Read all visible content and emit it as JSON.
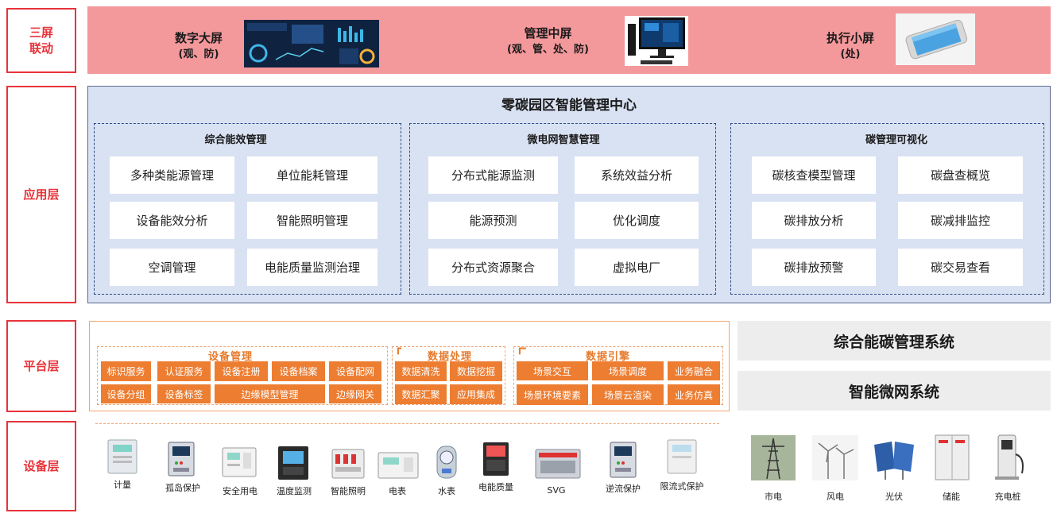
{
  "layers": {
    "screen": [
      "三屏",
      "联动"
    ],
    "app": "应用层",
    "platform": "平台层",
    "device": "设备层"
  },
  "screens": [
    {
      "title": "数字大屏",
      "sub": "(观、防)"
    },
    {
      "title": "管理中屏",
      "sub": "(观、管、处、防)"
    },
    {
      "title": "执行小屏",
      "sub": "(处)"
    }
  ],
  "app": {
    "title": "零碳园区智能管理中心",
    "groups": [
      {
        "title": "综合能效管理",
        "items": [
          "多种类能源管理",
          "单位能耗管理",
          "设备能效分析",
          "智能照明管理",
          "空调管理",
          "电能质量监测治理"
        ]
      },
      {
        "title": "微电网智慧管理",
        "items": [
          "分布式能源监测",
          "系统效益分析",
          "能源预测",
          "优化调度",
          "分布式资源聚合",
          "虚拟电厂"
        ]
      },
      {
        "title": "碳管理可视化",
        "items": [
          "碳核查模型管理",
          "碳盘查概览",
          "碳排放分析",
          "碳减排监控",
          "碳排放预警",
          "碳交易查看"
        ]
      }
    ]
  },
  "platform": {
    "device_mgmt": {
      "title": "设备管理",
      "row1": [
        "标识服务",
        "认证服务",
        "设备注册",
        "设备档案",
        "设备配网"
      ],
      "row2": [
        "设备分组",
        "设备标签",
        "边缘模型管理",
        "边缘网关"
      ]
    },
    "data_proc": {
      "title": "数据处理",
      "items": [
        "数据清洗",
        "数据挖掘",
        "数据汇聚",
        "应用集成"
      ]
    },
    "data_engine": {
      "title": "数据引擎",
      "row1": [
        "场景交互",
        "场景调度",
        "业务融合"
      ],
      "row2": [
        "场景环境要素",
        "场景云渲染",
        "业务仿真"
      ]
    },
    "systems": [
      "综合能碳管理系统",
      "智能微网系统"
    ]
  },
  "devices": [
    "计量",
    "孤岛保护",
    "安全用电",
    "温度监测",
    "智能照明",
    "电表",
    "水表",
    "电能质量",
    "SVG",
    "逆流保护",
    "限流式保护"
  ],
  "sources": [
    "市电",
    "风电",
    "光伏",
    "储能",
    "充电桩"
  ]
}
